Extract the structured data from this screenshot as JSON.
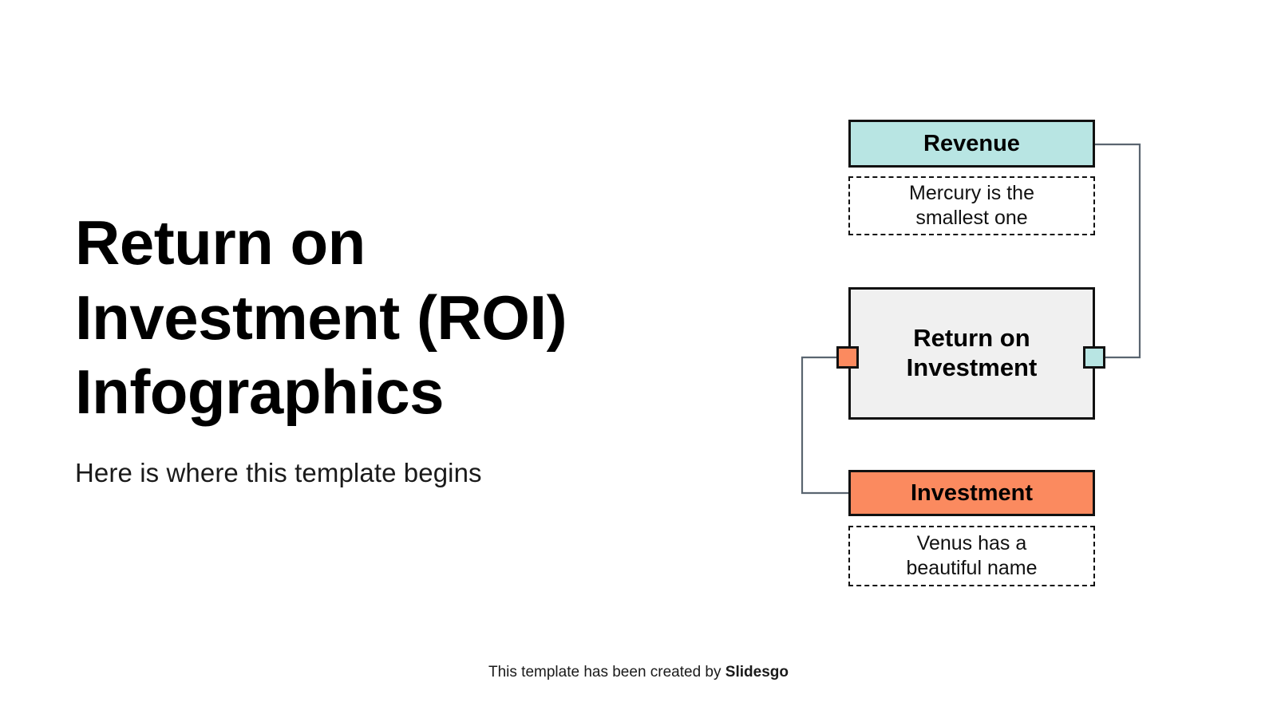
{
  "slide": {
    "title": "Return on\nInvestment (ROI)\nInfographics",
    "subtitle": "Here is where this template begins"
  },
  "footer": {
    "prefix": "This template has been created by ",
    "brand": "Slidesgo"
  },
  "diagram": {
    "nodes": [
      {
        "id": "revenue",
        "label": "Revenue",
        "color": "#b8e5e3",
        "caption": "Mercury is the\nsmallest one"
      },
      {
        "id": "roi",
        "label": "Return on\nInvestment",
        "color": "#f0f0f0",
        "caption": null
      },
      {
        "id": "investment",
        "label": "Investment",
        "color": "#fb8a5f",
        "caption": "Venus has a\nbeautiful name"
      }
    ],
    "connectors": [
      {
        "id": "revenue-to-roi",
        "from": "revenue",
        "to": "roi",
        "side": "right"
      },
      {
        "id": "investment-to-roi",
        "from": "investment",
        "to": "roi",
        "side": "left"
      }
    ],
    "nubs": [
      {
        "id": "roi-input-left",
        "color": "#fb8a5f"
      },
      {
        "id": "roi-input-right",
        "color": "#b8e5e3"
      }
    ]
  },
  "colors": {
    "teal": "#b8e5e3",
    "orange": "#fb8a5f",
    "grey": "#f0f0f0",
    "outline": "#111111",
    "connector_line": "#5a6570",
    "background": "#ffffff"
  }
}
